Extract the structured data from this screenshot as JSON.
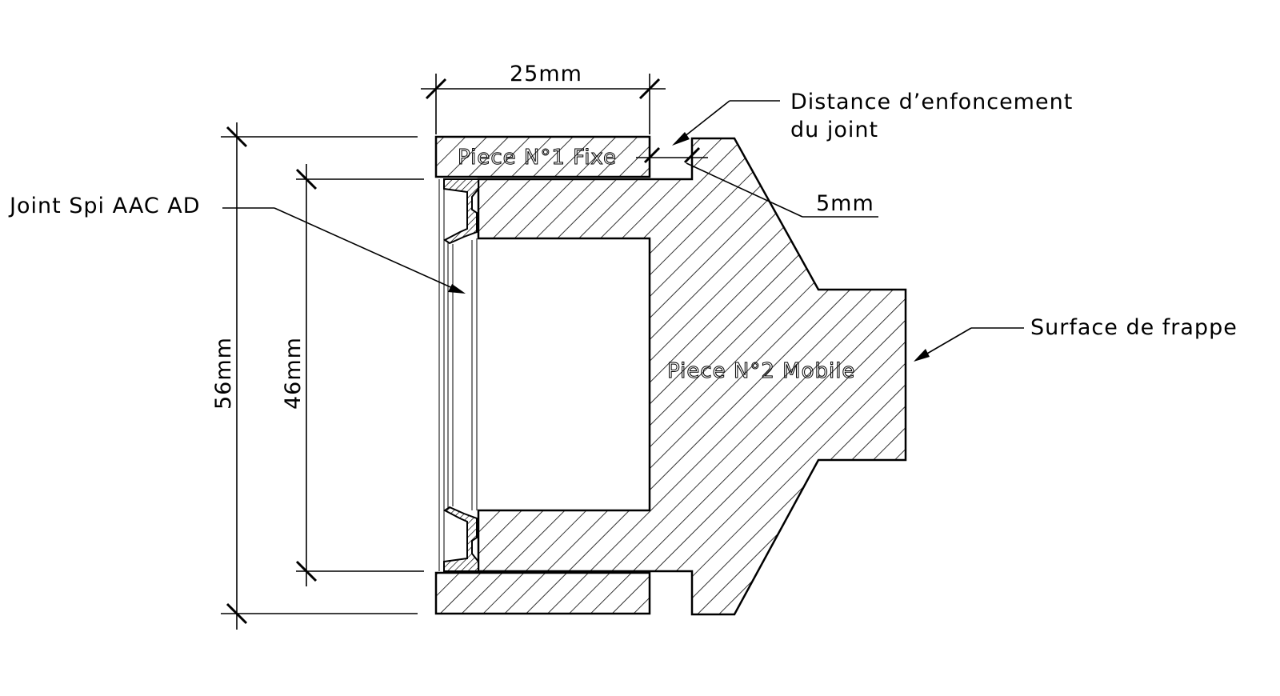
{
  "labels": {
    "dim_width": "25mm",
    "dim_outer": "56mm",
    "dim_inner": "46mm",
    "dim_depth": "5mm",
    "distance_line1": "Distance d’enfoncement",
    "distance_line2": "du joint",
    "joint": "Joint Spi AAC AD",
    "surface": "Surface de frappe",
    "piece1": "Piece N°1 Fixe",
    "piece2": "Piece N°2 Mobile"
  }
}
